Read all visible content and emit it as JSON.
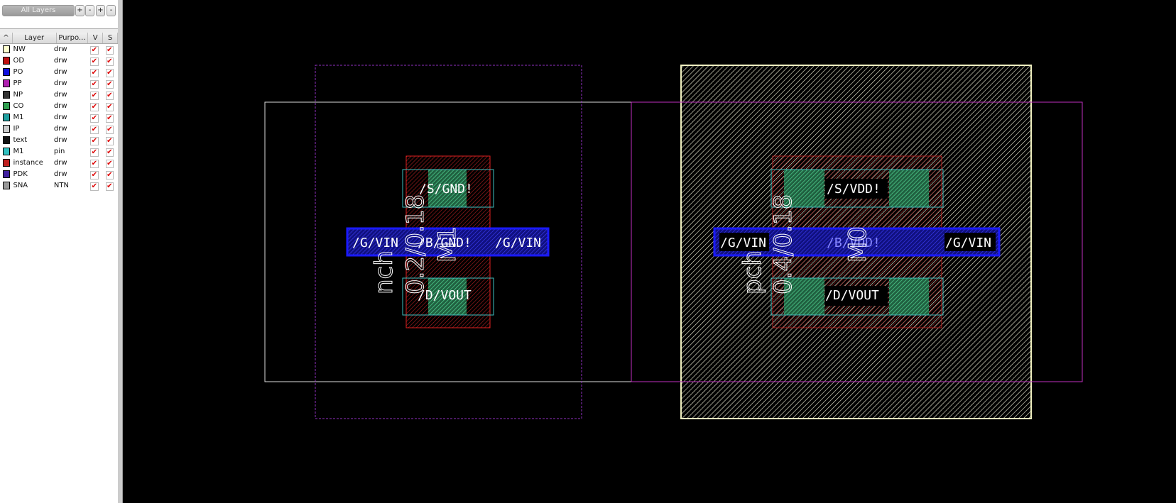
{
  "panel": {
    "all_layers": "All Layers",
    "buttons": [
      "+",
      "-",
      "+",
      "-"
    ],
    "headers": {
      "sort": "^",
      "layer": "Layer",
      "purpose": "Purpo...",
      "v": "V",
      "s": "S"
    },
    "layers": [
      {
        "name": "NW",
        "purpose": "drw",
        "color": "#ffffd0"
      },
      {
        "name": "OD",
        "purpose": "drw",
        "color": "#c01010"
      },
      {
        "name": "PO",
        "purpose": "drw",
        "color": "#1010e0"
      },
      {
        "name": "PP",
        "purpose": "drw",
        "color": "#b020b0"
      },
      {
        "name": "NP",
        "purpose": "drw",
        "color": "#333333"
      },
      {
        "name": "CO",
        "purpose": "drw",
        "color": "#30a050"
      },
      {
        "name": "M1",
        "purpose": "drw",
        "color": "#20a0a0"
      },
      {
        "name": "IP",
        "purpose": "drw",
        "color": "#cccccc"
      },
      {
        "name": "text",
        "purpose": "drw",
        "color": "#111111"
      },
      {
        "name": "M1",
        "purpose": "pin",
        "color": "#30c0c0"
      },
      {
        "name": "instance",
        "purpose": "drw",
        "color": "#c02020"
      },
      {
        "name": "PDK",
        "purpose": "drw",
        "color": "#4020a0"
      },
      {
        "name": "SNA",
        "purpose": "NTN",
        "color": "#999999"
      }
    ]
  },
  "nmos": {
    "s": "/S/GND!",
    "b": "/B/GND!",
    "d": "/D/VOUT",
    "g1": "/G/VIN",
    "g2": "/G/VIN",
    "type": "nch",
    "size": "0.2/0.18",
    "inst": "M1"
  },
  "pmos": {
    "s": "/S/VDD!",
    "b": "/B/VDD!",
    "d": "/D/VOUT",
    "g1": "/G/VIN",
    "g2": "/G/VIN",
    "type": "pch",
    "size": "0.4/0.18",
    "inst": "M0"
  }
}
